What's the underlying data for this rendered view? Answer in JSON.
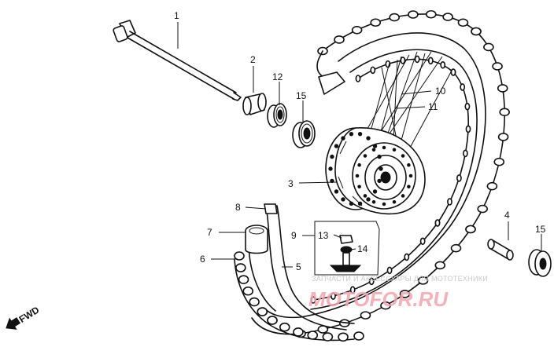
{
  "callouts": {
    "p1": "1",
    "p2": "2",
    "p3": "3",
    "p4": "4",
    "p5": "5",
    "p6": "6",
    "p7": "7",
    "p8": "8",
    "p9": "9",
    "p10": "10",
    "p11": "11",
    "p12": "12",
    "p13": "13",
    "p14": "14",
    "p15a": "15",
    "p15b": "15"
  },
  "direction": {
    "label": "FWD"
  },
  "watermark": {
    "tagline": "ЗАПЧАСТИ И АКСЕССУАРЫ ДЛЯ МОТОТЕХНИКИ",
    "brand": "MOTOFOR.RU",
    "color": "#f2a4ae"
  },
  "colors": {
    "ink": "#111111",
    "background": "#ffffff"
  }
}
